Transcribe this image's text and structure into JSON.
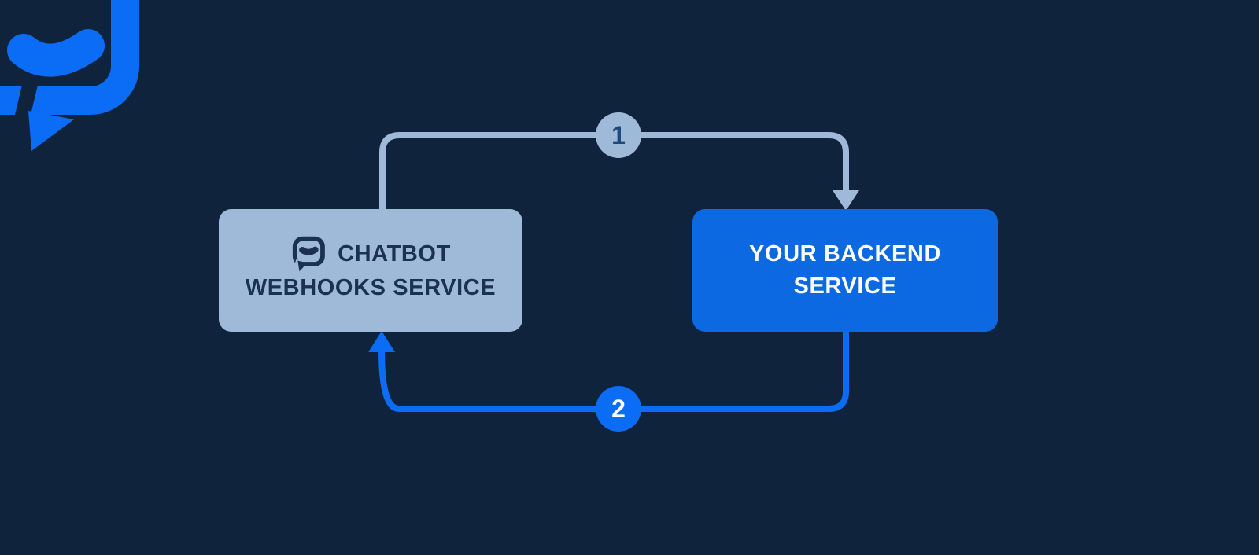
{
  "colors": {
    "background": "#10233c",
    "light_steel_blue": "#9fbad9",
    "node_blue": "#0d69e2",
    "brand_bright_blue": "#0b6cf5",
    "dark_navy_text": "#1b3052",
    "badge1_numeral": "#1d4a7a",
    "white": "#ffffff"
  },
  "icons": {
    "corner_logo": "chatbot-speech-bubble-logo",
    "chatbot_node_icon": "chat-bubble-icon"
  },
  "diagram": {
    "nodes": [
      {
        "id": "chatbot-webhooks-service",
        "label_line1": "CHATBOT",
        "label_line2": "WEBHOOKS SERVICE",
        "icon": "chat-bubble-icon",
        "style": "light"
      },
      {
        "id": "your-backend-service",
        "label_line1": "YOUR BACKEND",
        "label_line2": "SERVICE",
        "style": "blue"
      }
    ],
    "edges": [
      {
        "step": "1",
        "from": "chatbot-webhooks-service",
        "to": "your-backend-service",
        "route": "top"
      },
      {
        "step": "2",
        "from": "your-backend-service",
        "to": "chatbot-webhooks-service",
        "route": "bottom"
      }
    ]
  }
}
